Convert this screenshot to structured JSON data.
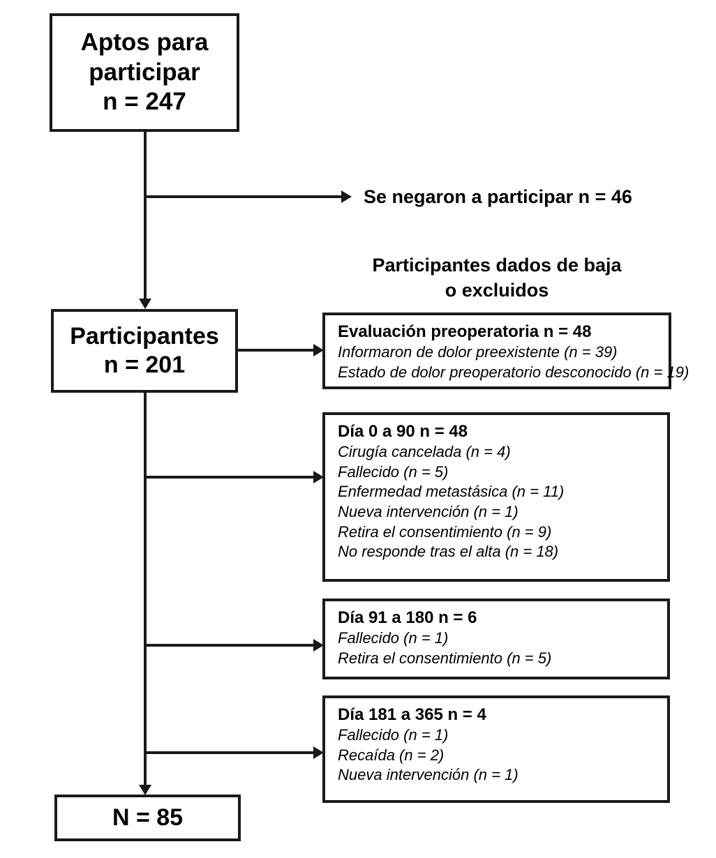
{
  "diagram": {
    "title": "Diagrama de flujo de participantes",
    "line_color": "#1a1a1a",
    "background_color": "#ffffff"
  },
  "nodes": {
    "eligible": {
      "line1": "Aptos para",
      "line2": "participar",
      "line3": "n = 247"
    },
    "participants": {
      "line1": "Participantes",
      "line2": "n = 201"
    },
    "final": {
      "line1": "N = 85"
    }
  },
  "labels": {
    "refused": "Se negaron a participar n = 46",
    "excluded_heading_line1": "Participantes dados de baja",
    "excluded_heading_line2": "o excluidos"
  },
  "exclusion_boxes": [
    {
      "id": "preop",
      "title": "Evaluación preoperatoria n = 48",
      "items": [
        "Informaron de dolor preexistente (n = 39)",
        "Estado de dolor preoperatorio desconocido (n = 19)"
      ]
    },
    {
      "id": "d0-90",
      "title": "Día 0 a 90 n = 48",
      "items": [
        "Cirugía cancelada (n = 4)",
        "Fallecido (n = 5)",
        "Enfermedad metastásica (n = 11)",
        "Nueva intervención (n = 1)",
        "Retira el consentimiento (n = 9)",
        "No responde tras el alta (n = 18)"
      ]
    },
    {
      "id": "d91-180",
      "title": "Día 91 a 180 n = 6",
      "items": [
        "Fallecido (n = 1)",
        "Retira el consentimiento (n = 5)"
      ]
    },
    {
      "id": "d181-365",
      "title": "Día 181 a 365 n = 4",
      "items": [
        "Fallecido (n = 1)",
        "Recaída (n = 2)",
        "Nueva intervención (n = 1)"
      ]
    }
  ]
}
